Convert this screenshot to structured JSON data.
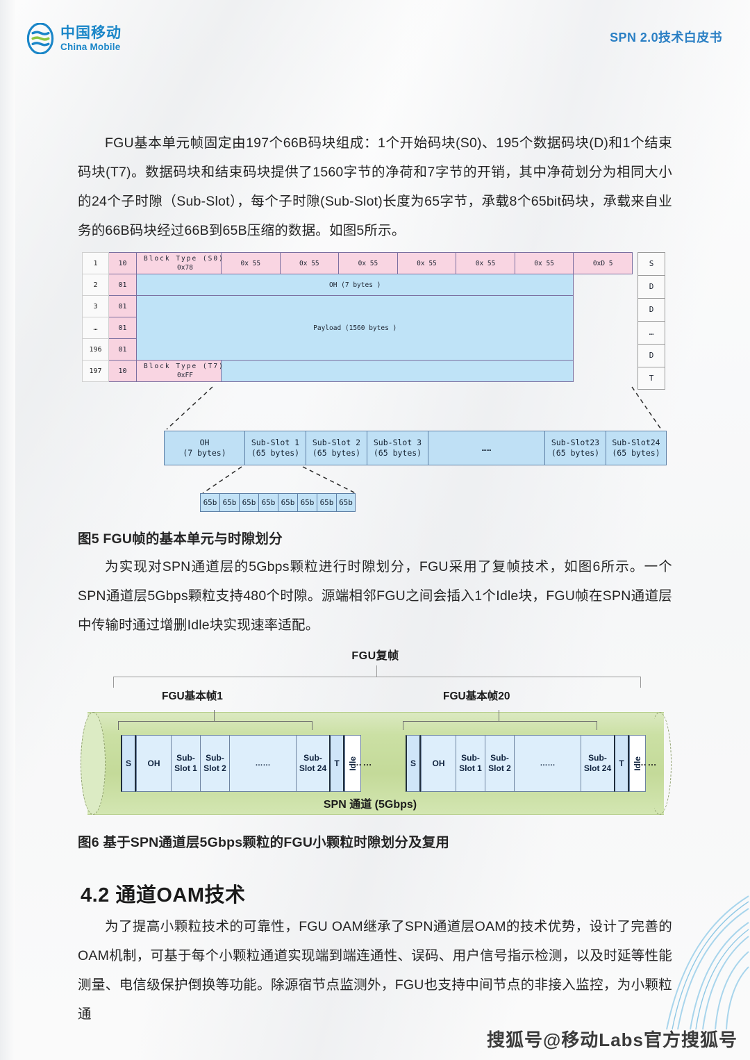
{
  "header": {
    "brand_cn": "中国移动",
    "brand_en": "China Mobile",
    "logo_icon": "china-mobile-logo-icon",
    "doc_title": "SPN 2.0技术白皮书",
    "brand_color": "#1a86c8",
    "title_color": "#2a7fc4"
  },
  "body": {
    "para1": "FGU基本单元帧固定由197个66B码块组成：1个开始码块(S0)、195个数据码块(D)和1个结束码块(T7)。数据码块和结束码块提供了1560字节的净荷和7字节的开销，其中净荷划分为相同大小的24个子时隙（Sub-Slot），每个子时隙(Sub-Slot)长度为65字节，承载8个65bit码块，承载来自业务的66B码块经过66B到65B压缩的数据。如图5所示。",
    "fig5_caption": "图5  FGU帧的基本单元与时隙划分",
    "para2": "为实现对SPN通道层的5Gbps颗粒进行时隙划分，FGU采用了复帧技术，如图6所示。一个SPN通道层5Gbps颗粒支持480个时隙。源端相邻FGU之间会插入1个Idle块，FGU帧在SPN通道层中传输时通过增删Idle块实现速率适配。",
    "fig6_caption": "图6 基于SPN通道层5Gbps颗粒的FGU小颗粒时隙划分及复用",
    "section_heading": "4.2 通道OAM技术",
    "para3": "为了提高小颗粒技术的可靠性，FGU OAM继承了SPN通道层OAM的技术优势，设计了完善的OAM机制，可基于每个小颗粒通道实现端到端连通性、误码、用户信号指示检测，以及时延等性能测量、电信级保护倒换等功能。除源宿节点监测外，FGU也支持中间节点的非接入监控，为小颗粒通"
  },
  "figure5": {
    "row_indices": [
      "1",
      "2",
      "3",
      "…",
      "196",
      "197"
    ],
    "sync_bits": [
      "10",
      "01",
      "01",
      "01",
      "01",
      "10"
    ],
    "block_type_s0_l1": "Block   Type  (S0)",
    "block_type_s0_l2": "0x78",
    "block_type_t7_l1": "Block   Type  (T7)",
    "block_type_t7_l2": "0xFF",
    "hex_cells": [
      "0x 55",
      "0x 55",
      "0x 55",
      "0x 55",
      "0x 55",
      "0x 55",
      "0xD 5"
    ],
    "oh_label": "OH  (7 bytes )",
    "payload_label": "Payload   (1560  bytes )",
    "side_column": [
      "S",
      "D",
      "D",
      "…",
      "D",
      "T"
    ],
    "subslots": [
      {
        "l1": "OH",
        "l2": "(7 bytes)"
      },
      {
        "l1": "Sub-Slot 1",
        "l2": "(65 bytes)"
      },
      {
        "l1": "Sub-Slot 2",
        "l2": "(65 bytes)"
      },
      {
        "l1": "Sub-Slot 3",
        "l2": "(65 bytes)"
      },
      {
        "l1": "……",
        "l2": ""
      },
      {
        "l1": "Sub-Slot23",
        "l2": "(65 bytes)"
      },
      {
        "l1": "Sub-Slot24",
        "l2": "(65 bytes)"
      }
    ],
    "bit_blocks": [
      "65b",
      "65b",
      "65b",
      "65b",
      "65b",
      "65b",
      "65b",
      "65b"
    ],
    "colors": {
      "pink": "#f9d5e2",
      "blue": "#bfe3f7",
      "border": "#7b6fa0"
    }
  },
  "figure6": {
    "multiframe_label": "FGU复帧",
    "frame1_label": "FGU基本帧1",
    "frame20_label": "FGU基本帧20",
    "channel_label": "SPN 通道 (5Gbps)",
    "cells": [
      {
        "l1": "S",
        "l2": ""
      },
      {
        "l1": "OH",
        "l2": ""
      },
      {
        "l1": "Sub-",
        "l2": "Slot 1"
      },
      {
        "l1": "Sub-",
        "l2": "Slot 2"
      },
      {
        "l1": "……",
        "l2": ""
      },
      {
        "l1": "Sub-",
        "l2": "Slot 24"
      },
      {
        "l1": "T",
        "l2": ""
      },
      {
        "l1": "Idle",
        "l2": ""
      }
    ],
    "ellipsis": "……",
    "cylinder_color": "#c4da99",
    "cell_color": "#ddeefb"
  },
  "watermark": {
    "text": "搜狐号@移动Labs官方搜狐号"
  }
}
